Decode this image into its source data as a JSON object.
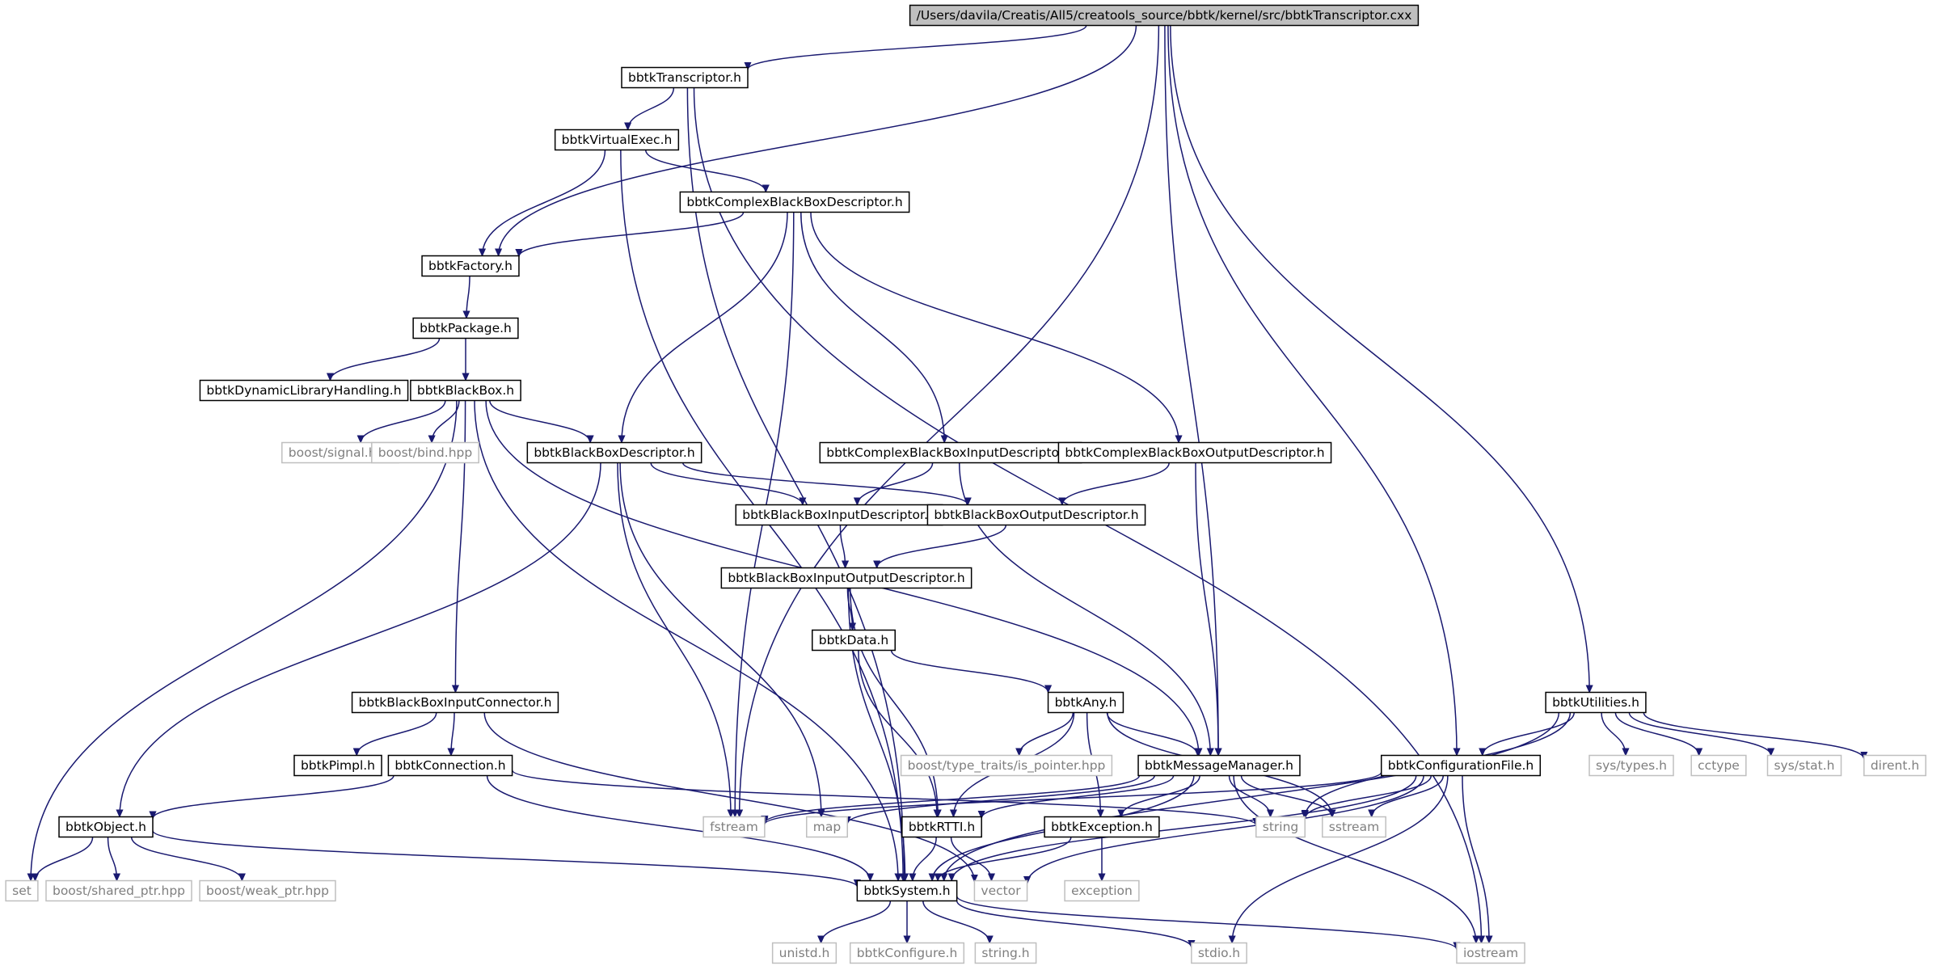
{
  "diagram": {
    "type": "include-dependency-graph",
    "colors": {
      "edge": "#191970",
      "node_border": "#000000",
      "system_border": "#bfbfbf",
      "root_fill": "#bfbfbf",
      "system_text": "#7f7f7f"
    },
    "nodes": [
      {
        "id": "root",
        "label": "/Users/davila/Creatis/All5/creatools_source/bbtk/kernel/src/bbtkTranscriptor.cxx",
        "kind": "root"
      },
      {
        "id": "transcriptor_h",
        "label": "bbtkTranscriptor.h",
        "kind": "project"
      },
      {
        "id": "virtualexec_h",
        "label": "bbtkVirtualExec.h",
        "kind": "project"
      },
      {
        "id": "complexbbdesc_h",
        "label": "bbtkComplexBlackBoxDescriptor.h",
        "kind": "project"
      },
      {
        "id": "factory_h",
        "label": "bbtkFactory.h",
        "kind": "project"
      },
      {
        "id": "package_h",
        "label": "bbtkPackage.h",
        "kind": "project"
      },
      {
        "id": "dynlib_h",
        "label": "bbtkDynamicLibraryHandling.h",
        "kind": "project"
      },
      {
        "id": "blackbox_h",
        "label": "bbtkBlackBox.h",
        "kind": "project"
      },
      {
        "id": "boost_signal",
        "label": "boost/signal.hpp",
        "kind": "system"
      },
      {
        "id": "boost_bind",
        "label": "boost/bind.hpp",
        "kind": "system"
      },
      {
        "id": "bbdesc_h",
        "label": "bbtkBlackBoxDescriptor.h",
        "kind": "project"
      },
      {
        "id": "cbbinputdesc_h",
        "label": "bbtkComplexBlackBoxInputDescriptor.h",
        "kind": "project"
      },
      {
        "id": "cbboutputdesc_h",
        "label": "bbtkComplexBlackBoxOutputDescriptor.h",
        "kind": "project"
      },
      {
        "id": "bbinputdesc_h",
        "label": "bbtkBlackBoxInputDescriptor.h",
        "kind": "project"
      },
      {
        "id": "bboutputdesc_h",
        "label": "bbtkBlackBoxOutputDescriptor.h",
        "kind": "project"
      },
      {
        "id": "bbiodesc_h",
        "label": "bbtkBlackBoxInputOutputDescriptor.h",
        "kind": "project"
      },
      {
        "id": "data_h",
        "label": "bbtkData.h",
        "kind": "project"
      },
      {
        "id": "bbinputconn_h",
        "label": "bbtkBlackBoxInputConnector.h",
        "kind": "project"
      },
      {
        "id": "any_h",
        "label": "bbtkAny.h",
        "kind": "project"
      },
      {
        "id": "utilities_h",
        "label": "bbtkUtilities.h",
        "kind": "project"
      },
      {
        "id": "pimpl_h",
        "label": "bbtkPimpl.h",
        "kind": "project"
      },
      {
        "id": "connection_h",
        "label": "bbtkConnection.h",
        "kind": "project"
      },
      {
        "id": "boost_ispointer",
        "label": "boost/type_traits/is_pointer.hpp",
        "kind": "system"
      },
      {
        "id": "msgmgr_h",
        "label": "bbtkMessageManager.h",
        "kind": "project"
      },
      {
        "id": "configfile_h",
        "label": "bbtkConfigurationFile.h",
        "kind": "project"
      },
      {
        "id": "systypes_h",
        "label": "sys/types.h",
        "kind": "system"
      },
      {
        "id": "cctype",
        "label": "cctype",
        "kind": "system"
      },
      {
        "id": "sysstat_h",
        "label": "sys/stat.h",
        "kind": "system"
      },
      {
        "id": "dirent_h",
        "label": "dirent.h",
        "kind": "system"
      },
      {
        "id": "object_h",
        "label": "bbtkObject.h",
        "kind": "project"
      },
      {
        "id": "fstream",
        "label": "fstream",
        "kind": "system"
      },
      {
        "id": "map",
        "label": "map",
        "kind": "system"
      },
      {
        "id": "rtti_h",
        "label": "bbtkRTTI.h",
        "kind": "project"
      },
      {
        "id": "exception_h",
        "label": "bbtkException.h",
        "kind": "project"
      },
      {
        "id": "string",
        "label": "string",
        "kind": "system"
      },
      {
        "id": "sstream",
        "label": "sstream",
        "kind": "system"
      },
      {
        "id": "set",
        "label": "set",
        "kind": "system"
      },
      {
        "id": "boost_shared",
        "label": "boost/shared_ptr.hpp",
        "kind": "system"
      },
      {
        "id": "boost_weak",
        "label": "boost/weak_ptr.hpp",
        "kind": "system"
      },
      {
        "id": "system_h",
        "label": "bbtkSystem.h",
        "kind": "project"
      },
      {
        "id": "vector",
        "label": "vector",
        "kind": "system"
      },
      {
        "id": "exception",
        "label": "exception",
        "kind": "system"
      },
      {
        "id": "unistd_h",
        "label": "unistd.h",
        "kind": "system"
      },
      {
        "id": "configure_h",
        "label": "bbtkConfigure.h",
        "kind": "system"
      },
      {
        "id": "string_h",
        "label": "string.h",
        "kind": "system"
      },
      {
        "id": "stdio_h",
        "label": "stdio.h",
        "kind": "system"
      },
      {
        "id": "iostream",
        "label": "iostream",
        "kind": "system"
      }
    ],
    "edges": [
      [
        "root",
        "transcriptor_h"
      ],
      [
        "root",
        "factory_h"
      ],
      [
        "root",
        "fstream"
      ],
      [
        "root",
        "msgmgr_h"
      ],
      [
        "root",
        "configfile_h"
      ],
      [
        "root",
        "utilities_h"
      ],
      [
        "transcriptor_h",
        "virtualexec_h"
      ],
      [
        "transcriptor_h",
        "system_h"
      ],
      [
        "transcriptor_h",
        "iostream"
      ],
      [
        "virtualexec_h",
        "factory_h"
      ],
      [
        "virtualexec_h",
        "complexbbdesc_h"
      ],
      [
        "virtualexec_h",
        "system_h"
      ],
      [
        "complexbbdesc_h",
        "factory_h"
      ],
      [
        "complexbbdesc_h",
        "bbdesc_h"
      ],
      [
        "complexbbdesc_h",
        "cbbinputdesc_h"
      ],
      [
        "complexbbdesc_h",
        "cbboutputdesc_h"
      ],
      [
        "complexbbdesc_h",
        "fstream"
      ],
      [
        "factory_h",
        "package_h"
      ],
      [
        "package_h",
        "dynlib_h"
      ],
      [
        "package_h",
        "blackbox_h"
      ],
      [
        "blackbox_h",
        "boost_signal"
      ],
      [
        "blackbox_h",
        "boost_bind"
      ],
      [
        "blackbox_h",
        "bbdesc_h"
      ],
      [
        "blackbox_h",
        "bbinputconn_h"
      ],
      [
        "blackbox_h",
        "set"
      ],
      [
        "blackbox_h",
        "system_h"
      ],
      [
        "blackbox_h",
        "msgmgr_h"
      ],
      [
        "bbdesc_h",
        "bbinputdesc_h"
      ],
      [
        "bbdesc_h",
        "bboutputdesc_h"
      ],
      [
        "bbdesc_h",
        "object_h"
      ],
      [
        "bbdesc_h",
        "fstream"
      ],
      [
        "bbdesc_h",
        "map"
      ],
      [
        "cbbinputdesc_h",
        "bbinputdesc_h"
      ],
      [
        "cbbinputdesc_h",
        "msgmgr_h"
      ],
      [
        "cbboutputdesc_h",
        "bboutputdesc_h"
      ],
      [
        "cbboutputdesc_h",
        "msgmgr_h"
      ],
      [
        "bbinputdesc_h",
        "bbiodesc_h"
      ],
      [
        "bboutputdesc_h",
        "bbiodesc_h"
      ],
      [
        "bbiodesc_h",
        "data_h"
      ],
      [
        "bbiodesc_h",
        "rtti_h"
      ],
      [
        "bbiodesc_h",
        "system_h"
      ],
      [
        "data_h",
        "any_h"
      ],
      [
        "data_h",
        "rtti_h"
      ],
      [
        "bbinputconn_h",
        "pimpl_h"
      ],
      [
        "bbinputconn_h",
        "connection_h"
      ],
      [
        "bbinputconn_h",
        "vector"
      ],
      [
        "connection_h",
        "object_h"
      ],
      [
        "connection_h",
        "system_h"
      ],
      [
        "connection_h",
        "string"
      ],
      [
        "any_h",
        "boost_ispointer"
      ],
      [
        "any_h",
        "msgmgr_h"
      ],
      [
        "any_h",
        "rtti_h"
      ],
      [
        "any_h",
        "exception_h"
      ],
      [
        "any_h",
        "sstream"
      ],
      [
        "msgmgr_h",
        "fstream"
      ],
      [
        "msgmgr_h",
        "map"
      ],
      [
        "msgmgr_h",
        "rtti_h"
      ],
      [
        "msgmgr_h",
        "exception_h"
      ],
      [
        "msgmgr_h",
        "string"
      ],
      [
        "msgmgr_h",
        "sstream"
      ],
      [
        "msgmgr_h",
        "system_h"
      ],
      [
        "msgmgr_h",
        "iostream"
      ],
      [
        "utilities_h",
        "configfile_h"
      ],
      [
        "utilities_h",
        "systypes_h"
      ],
      [
        "utilities_h",
        "cctype"
      ],
      [
        "utilities_h",
        "sysstat_h"
      ],
      [
        "utilities_h",
        "dirent_h"
      ],
      [
        "utilities_h",
        "string"
      ],
      [
        "utilities_h",
        "system_h"
      ],
      [
        "configfile_h",
        "fstream"
      ],
      [
        "configfile_h",
        "string"
      ],
      [
        "configfile_h",
        "sstream"
      ],
      [
        "configfile_h",
        "system_h"
      ],
      [
        "configfile_h",
        "vector"
      ],
      [
        "configfile_h",
        "stdio_h"
      ],
      [
        "configfile_h",
        "iostream"
      ],
      [
        "object_h",
        "set"
      ],
      [
        "object_h",
        "boost_shared"
      ],
      [
        "object_h",
        "boost_weak"
      ],
      [
        "object_h",
        "system_h"
      ],
      [
        "rtti_h",
        "system_h"
      ],
      [
        "rtti_h",
        "vector"
      ],
      [
        "exception_h",
        "system_h"
      ],
      [
        "exception_h",
        "exception"
      ],
      [
        "system_h",
        "unistd_h"
      ],
      [
        "system_h",
        "configure_h"
      ],
      [
        "system_h",
        "string_h"
      ],
      [
        "system_h",
        "stdio_h"
      ],
      [
        "system_h",
        "iostream"
      ]
    ]
  }
}
